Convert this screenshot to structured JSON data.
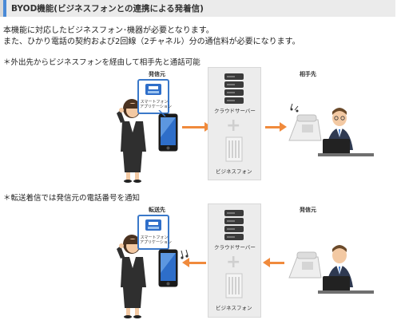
{
  "header": {
    "title": "BYOD機能(ビジネスフォンとの連携による発着信)"
  },
  "intro": {
    "line1": "本機能に対応したビジネスフォン･機器が必要となります。",
    "line2": "また、ひかり電話の契約および2回線（2チャネル）分の通信料が必要になります。"
  },
  "scenario1": {
    "caption": "＊外出先からビジネスフォンを経由して相手先と通話可能",
    "caller_label": "発信元",
    "receiver_label": "相手先",
    "app_label": "スマートフォン\nアプリケーション",
    "cloud_label": "クラウドサーバー",
    "pbx_label": "ビジネスフォン"
  },
  "scenario2": {
    "caption": "＊転送着信では発信元の電話番号を通知",
    "transfer_label": "転送先",
    "caller_label": "発信元",
    "app_label": "スマートフォン\nアプリケーション",
    "cloud_label": "クラウドサーバー",
    "pbx_label": "ビジネスフォン"
  },
  "colors": {
    "accent_bar": "#4a8ad6",
    "arrow": "#f08a3c",
    "panel": "#ececec",
    "phone_screen": "#2e6ec9"
  }
}
